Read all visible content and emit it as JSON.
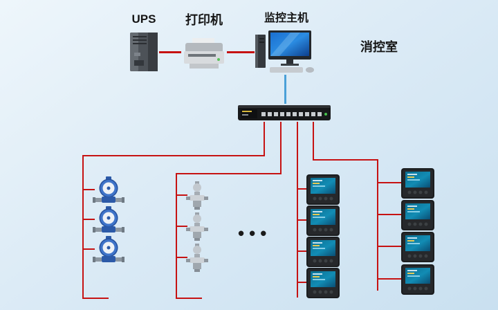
{
  "diagram": {
    "labels": {
      "ups": "UPS",
      "printer": "打印机",
      "host": "监控主机",
      "room": "消控室",
      "more": "•••"
    },
    "colors": {
      "cable_red": "#c61212",
      "cable_blue": "#4aa0d8",
      "background_top": "#eef6fb",
      "background_bottom": "#c9e0f0",
      "water_meter_blue": "#2c5aa8",
      "meter_screen_teal": "#128cb4"
    },
    "counts": {
      "water_meters": 3,
      "valve_devices": 3,
      "power_meters_left_column": 4,
      "power_meters_right_column": 4
    }
  }
}
